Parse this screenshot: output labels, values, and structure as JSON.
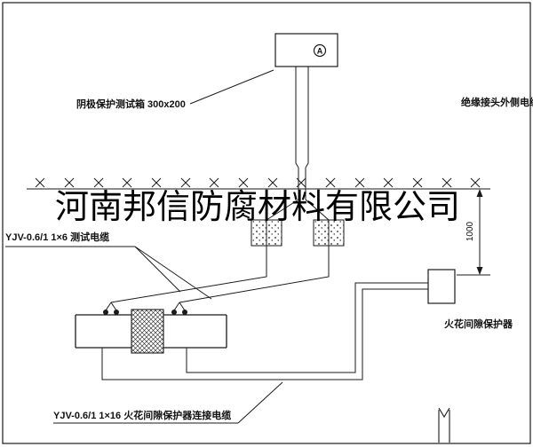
{
  "watermark": {
    "text": "河南邦信防腐材料有限公司"
  },
  "labels": {
    "test_box_label": "阴极保护测试箱 300x200",
    "insulated_cable_label": "绝缘接头外侧电缆",
    "test_cable_label": "YJV-0.6/1 1×6  测试电缆",
    "protector_label": "火花间隙保护器",
    "bottom_cable_label": "YJV-0.6/1 1×16  火花间隙保护器连接电缆",
    "dimension_value": "1000",
    "ammeter_letter": "A"
  },
  "colors": {
    "line": "#1a1a1a",
    "background": "#ffffff"
  }
}
